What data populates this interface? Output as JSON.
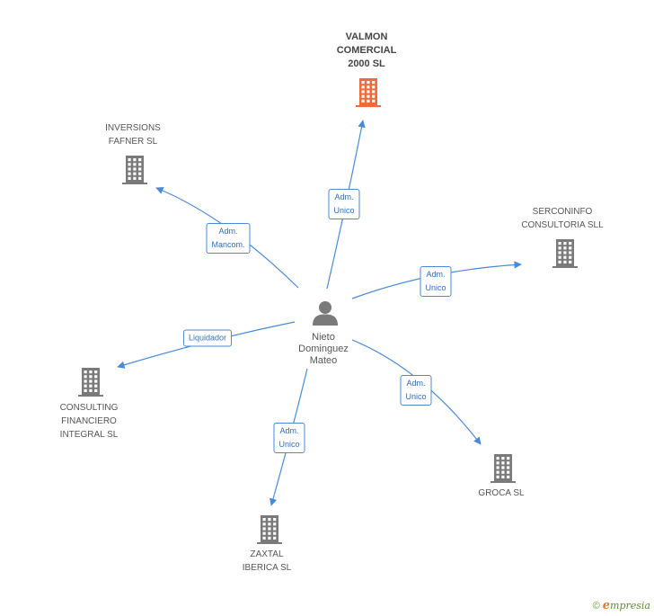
{
  "center": {
    "name_lines": [
      "Nieto",
      "Dominguez",
      "Mateo"
    ],
    "icon": "person-icon"
  },
  "companies": [
    {
      "id": "valmon",
      "name_lines": [
        "VALMON",
        "COMERCIAL",
        "2000 SL"
      ],
      "color": "#f26a3a",
      "highlight": true
    },
    {
      "id": "inversions",
      "name_lines": [
        "INVERSIONS",
        "FAFNER SL"
      ],
      "color": "#7a7a7a"
    },
    {
      "id": "serconinfo",
      "name_lines": [
        "SERCONINFO",
        "CONSULTORIA SLL"
      ],
      "color": "#7a7a7a"
    },
    {
      "id": "consulting",
      "name_lines": [
        "CONSULTING",
        "FINANCIERO",
        "INTEGRAL SL"
      ],
      "color": "#7a7a7a"
    },
    {
      "id": "groca",
      "name_lines": [
        "GROCA SL"
      ],
      "color": "#7a7a7a"
    },
    {
      "id": "zaxtal",
      "name_lines": [
        "ZAXTAL",
        "IBERICA SL"
      ],
      "color": "#7a7a7a"
    }
  ],
  "relations": [
    {
      "target": "valmon",
      "role_lines": [
        "Adm.",
        "Unico"
      ]
    },
    {
      "target": "inversions",
      "role_lines": [
        "Adm.",
        "Mancom."
      ]
    },
    {
      "target": "serconinfo",
      "role_lines": [
        "Adm.",
        "Unico"
      ]
    },
    {
      "target": "consulting",
      "role_lines": [
        "Liquidador"
      ]
    },
    {
      "target": "groca",
      "role_lines": [
        "Adm.",
        "Unico"
      ]
    },
    {
      "target": "zaxtal",
      "role_lines": [
        "Adm.",
        "Unico"
      ]
    }
  ],
  "edge_color": "#4a8ad4",
  "footer": {
    "copyright": "©",
    "brand_initial": "e",
    "brand_rest": "mpresia"
  }
}
